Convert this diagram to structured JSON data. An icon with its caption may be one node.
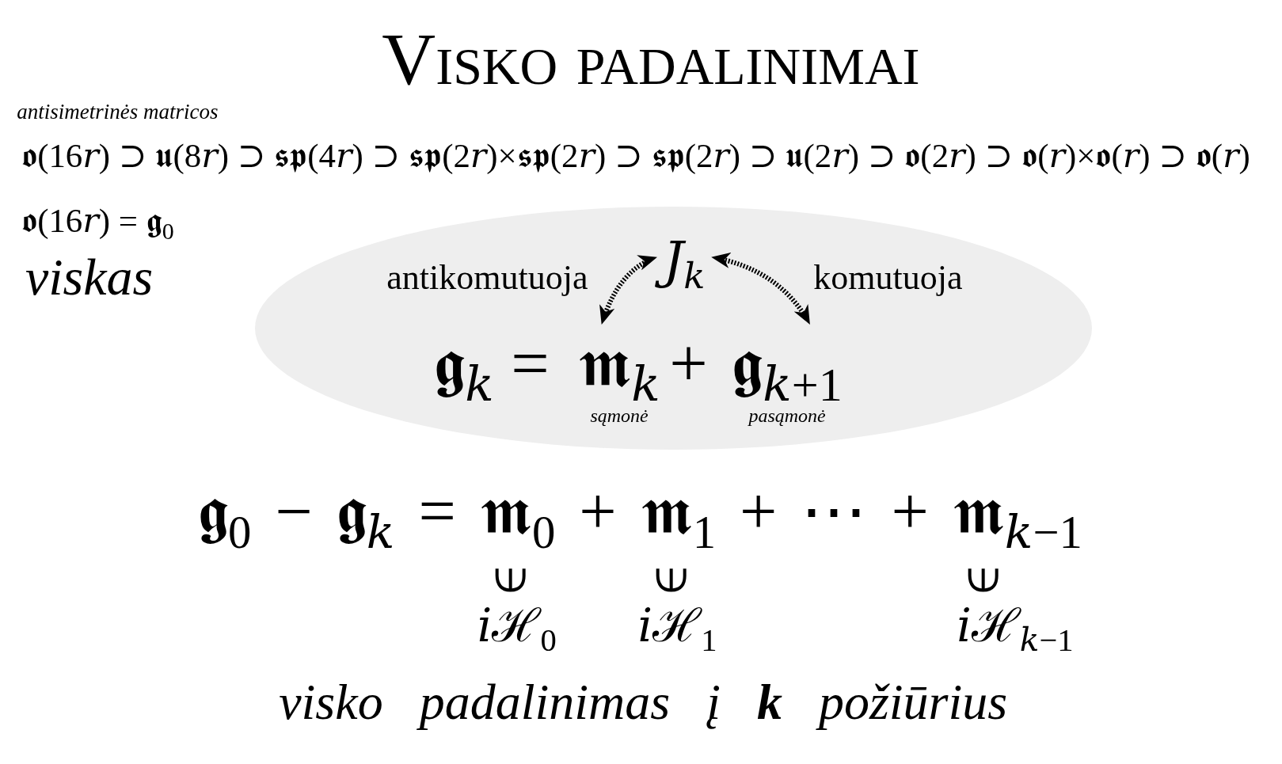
{
  "diagram": {
    "title": "Visko padalinimai",
    "nodes": [
      {
        "text": [],
        "shape": "ellipse"
      },
      {
        "text": [
          "𝐽$_{𝑘}$"
        ],
        "in": 0
      },
      {
        "text": [
          "𝖒$_{𝑘}$"
        ],
        "in": 0,
        "beside": [
          "sąmonė"
        ]
      },
      {
        "text": [
          "𝖌$_{𝑘+1}$"
        ],
        "in": 0,
        "beside": [
          "pasąmonė"
        ]
      }
    ],
    "edges": [
      {
        "from": 1,
        "to": 2,
        "arrow": "both",
        "label": "antikomutuoja",
        "style": "dashed"
      },
      {
        "from": 1,
        "to": 3,
        "arrow": "both",
        "label": "komutuoja",
        "style": "dashed"
      }
    ],
    "labels": [
      "antisimetrinės matricos",
      "𝖔(16𝑟) ⊃ 𝖚(8𝑟) ⊃ 𝖘𝖕(4𝑟) ⊃ 𝖘𝖕(2𝑟)×𝖘𝖕(2𝑟) ⊃ 𝖘𝖕(2𝑟) ⊃ 𝖚(2𝑟) ⊃ 𝖔(2𝑟) ⊃ 𝖔(𝑟)×𝖔(𝑟) ⊃ 𝖔(𝑟)",
      "𝖔(16𝑟) = 𝖌$_{0}$",
      "viskas",
      "𝖌$_{𝑘}$ =",
      "+",
      "𝖌$_{0}$ − 𝖌$_{𝑘}$ = 𝖒$_{0}$ + 𝖒$_{1}$ + ⋯ + 𝖒$_{𝑘−1}$",
      "⟒",
      "⟒",
      "⟒",
      "𝑖ℋ$_{0}$",
      "𝑖ℋ$_{1}$",
      "𝑖ℋ$_{𝑘−1}$",
      "visko padalinimas į **k** požiūrius"
    ]
  }
}
